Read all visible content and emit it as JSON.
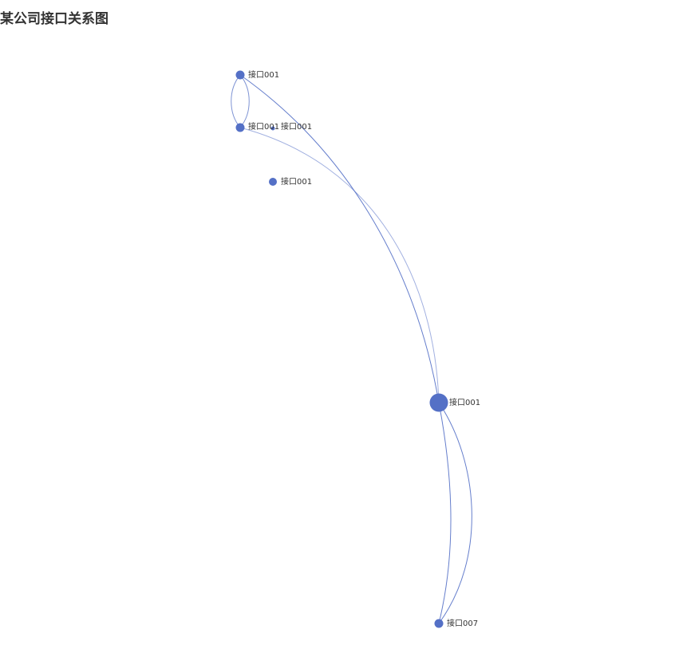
{
  "title": "某公司接口关系图",
  "colors": {
    "node": "#5470c6",
    "edge": "#5470c6"
  },
  "graph": {
    "nodes": [
      {
        "id": "a",
        "label": "接口001",
        "size": "small"
      },
      {
        "id": "b",
        "label": "接口001",
        "size": "small"
      },
      {
        "id": "c",
        "label": "接口001",
        "size": "tiny"
      },
      {
        "id": "d",
        "label": "接口001",
        "size": "small"
      },
      {
        "id": "e",
        "label": "接口001",
        "size": "large"
      },
      {
        "id": "f",
        "label": "接口007",
        "size": "small"
      }
    ],
    "edges": [
      {
        "source": "a",
        "target": "b"
      },
      {
        "source": "b",
        "target": "a"
      },
      {
        "source": "a",
        "target": "e"
      },
      {
        "source": "b",
        "target": "e"
      },
      {
        "source": "e",
        "target": "f"
      },
      {
        "source": "f",
        "target": "e"
      }
    ]
  }
}
